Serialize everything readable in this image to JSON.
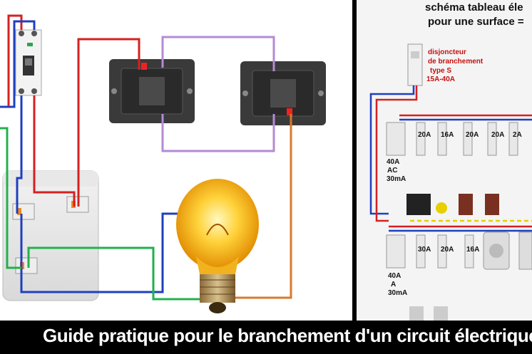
{
  "right_panel": {
    "title_line1": "schéma tableau éle",
    "title_line2": "pour une surface =",
    "main_breaker": {
      "line1": "disjoncteur",
      "line2": "de branchement",
      "line3": "type S",
      "line4": "15A-40A"
    },
    "row1": {
      "diff_label": [
        "40A",
        "AC",
        "30mA"
      ],
      "ratings": [
        "20A",
        "16A",
        "20A",
        "20A",
        "2A"
      ]
    },
    "row2": {
      "diff_label": [
        "40A",
        "A",
        "30mA"
      ],
      "ratings": [
        "30A",
        "20A",
        "16A"
      ]
    }
  },
  "caption": "Guide pratique pour le branchement d'un circuit électrique",
  "colors": {
    "phase_red": "#d62020",
    "neutral_blue": "#1f3fbf",
    "earth_green": "#22b14c",
    "traveller_purple": "#b48ad6",
    "return_orange": "#d97a2b"
  }
}
